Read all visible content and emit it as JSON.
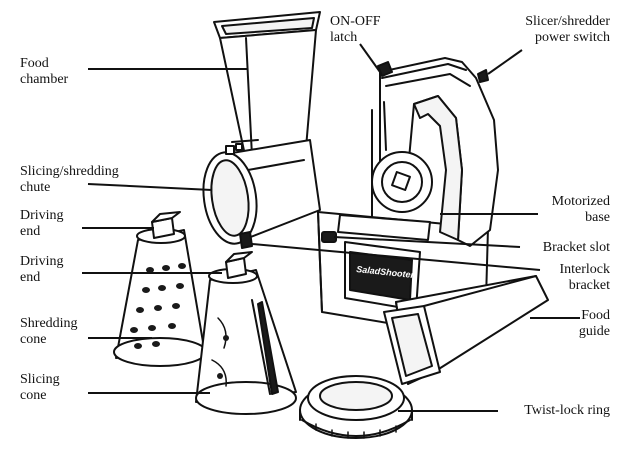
{
  "labels": {
    "food_chamber": [
      "Food",
      "chamber"
    ],
    "on_off_latch": [
      "ON-OFF",
      "latch"
    ],
    "power_switch": [
      "Slicer/shredder",
      "power switch"
    ],
    "chute": [
      "Slicing/shredding",
      "chute"
    ],
    "driving_end_1": [
      "Driving",
      "end"
    ],
    "driving_end_2": [
      "Driving",
      "end"
    ],
    "motorized_base": [
      "Motorized",
      "base"
    ],
    "bracket_slot": [
      "Bracket slot"
    ],
    "interlock_bracket": [
      "Interlock",
      "bracket"
    ],
    "shredding_cone": [
      "Shredding",
      "cone"
    ],
    "food_guide": [
      "Food",
      "guide"
    ],
    "slicing_cone": [
      "Slicing",
      "cone"
    ],
    "twist_lock_ring": [
      "Twist-lock ring"
    ]
  },
  "brand_text": "SaladShooter",
  "colors": {
    "line": "#111111",
    "fill": "#ffffff",
    "panel": "#1a1a1a"
  }
}
